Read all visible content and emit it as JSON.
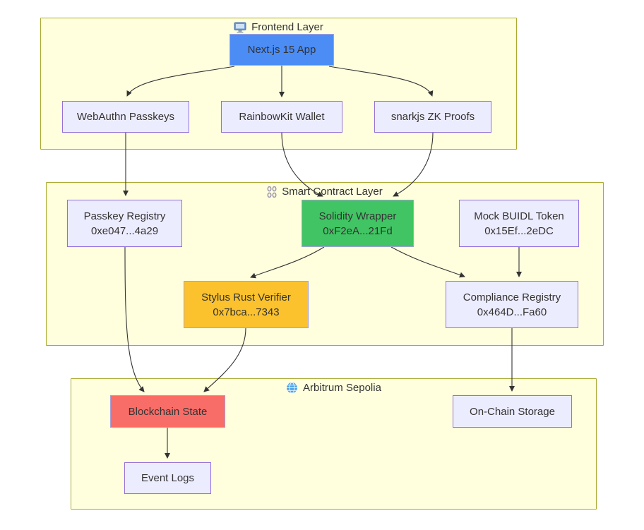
{
  "diagram": {
    "layers": [
      {
        "label": "Frontend Layer",
        "icon": "desktop-icon"
      },
      {
        "label": "Smart Contract Layer",
        "icon": "chains-icon"
      },
      {
        "label": "Arbitrum Sepolia",
        "icon": "globe-icon"
      }
    ],
    "nodes": {
      "nextjs": {
        "label": "Next.js 15 App"
      },
      "webauthn": {
        "label": "WebAuthn Passkeys"
      },
      "rainbowkit": {
        "label": "RainbowKit Wallet"
      },
      "snarkjs": {
        "label": "snarkjs ZK Proofs"
      },
      "passkey_registry": {
        "label": "Passkey Registry",
        "address": "0xe047...4a29"
      },
      "solidity_wrapper": {
        "label": "Solidity Wrapper",
        "address": "0xF2eA...21Fd"
      },
      "mock_buidl_token": {
        "label": "Mock BUIDL Token",
        "address": "0x15Ef...2eDC"
      },
      "stylus_verifier": {
        "label": "Stylus Rust Verifier",
        "address": "0x7bca...7343"
      },
      "compliance_registry": {
        "label": "Compliance Registry",
        "address": "0x464D...Fa60"
      },
      "blockchain_state": {
        "label": "Blockchain State"
      },
      "onchain_storage": {
        "label": "On-Chain Storage"
      },
      "event_logs": {
        "label": "Event Logs"
      }
    },
    "edges": [
      {
        "from": "nextjs",
        "to": "webauthn"
      },
      {
        "from": "nextjs",
        "to": "rainbowkit"
      },
      {
        "from": "nextjs",
        "to": "snarkjs"
      },
      {
        "from": "webauthn",
        "to": "passkey_registry"
      },
      {
        "from": "rainbowkit",
        "to": "solidity_wrapper"
      },
      {
        "from": "snarkjs",
        "to": "solidity_wrapper"
      },
      {
        "from": "solidity_wrapper",
        "to": "stylus_verifier"
      },
      {
        "from": "solidity_wrapper",
        "to": "compliance_registry"
      },
      {
        "from": "mock_buidl_token",
        "to": "compliance_registry"
      },
      {
        "from": "passkey_registry",
        "to": "blockchain_state"
      },
      {
        "from": "stylus_verifier",
        "to": "blockchain_state"
      },
      {
        "from": "compliance_registry",
        "to": "onchain_storage"
      },
      {
        "from": "blockchain_state",
        "to": "event_logs"
      }
    ],
    "colors": {
      "container_fill": "#ffffde",
      "container_border": "#aaaa33",
      "node_fill": "#ececff",
      "node_border": "#9370db",
      "accent_blue": "#4b8cf5",
      "accent_green": "#41c463",
      "accent_amber": "#fbc22d",
      "accent_red": "#f96d68",
      "edge_color": "#333333"
    }
  }
}
